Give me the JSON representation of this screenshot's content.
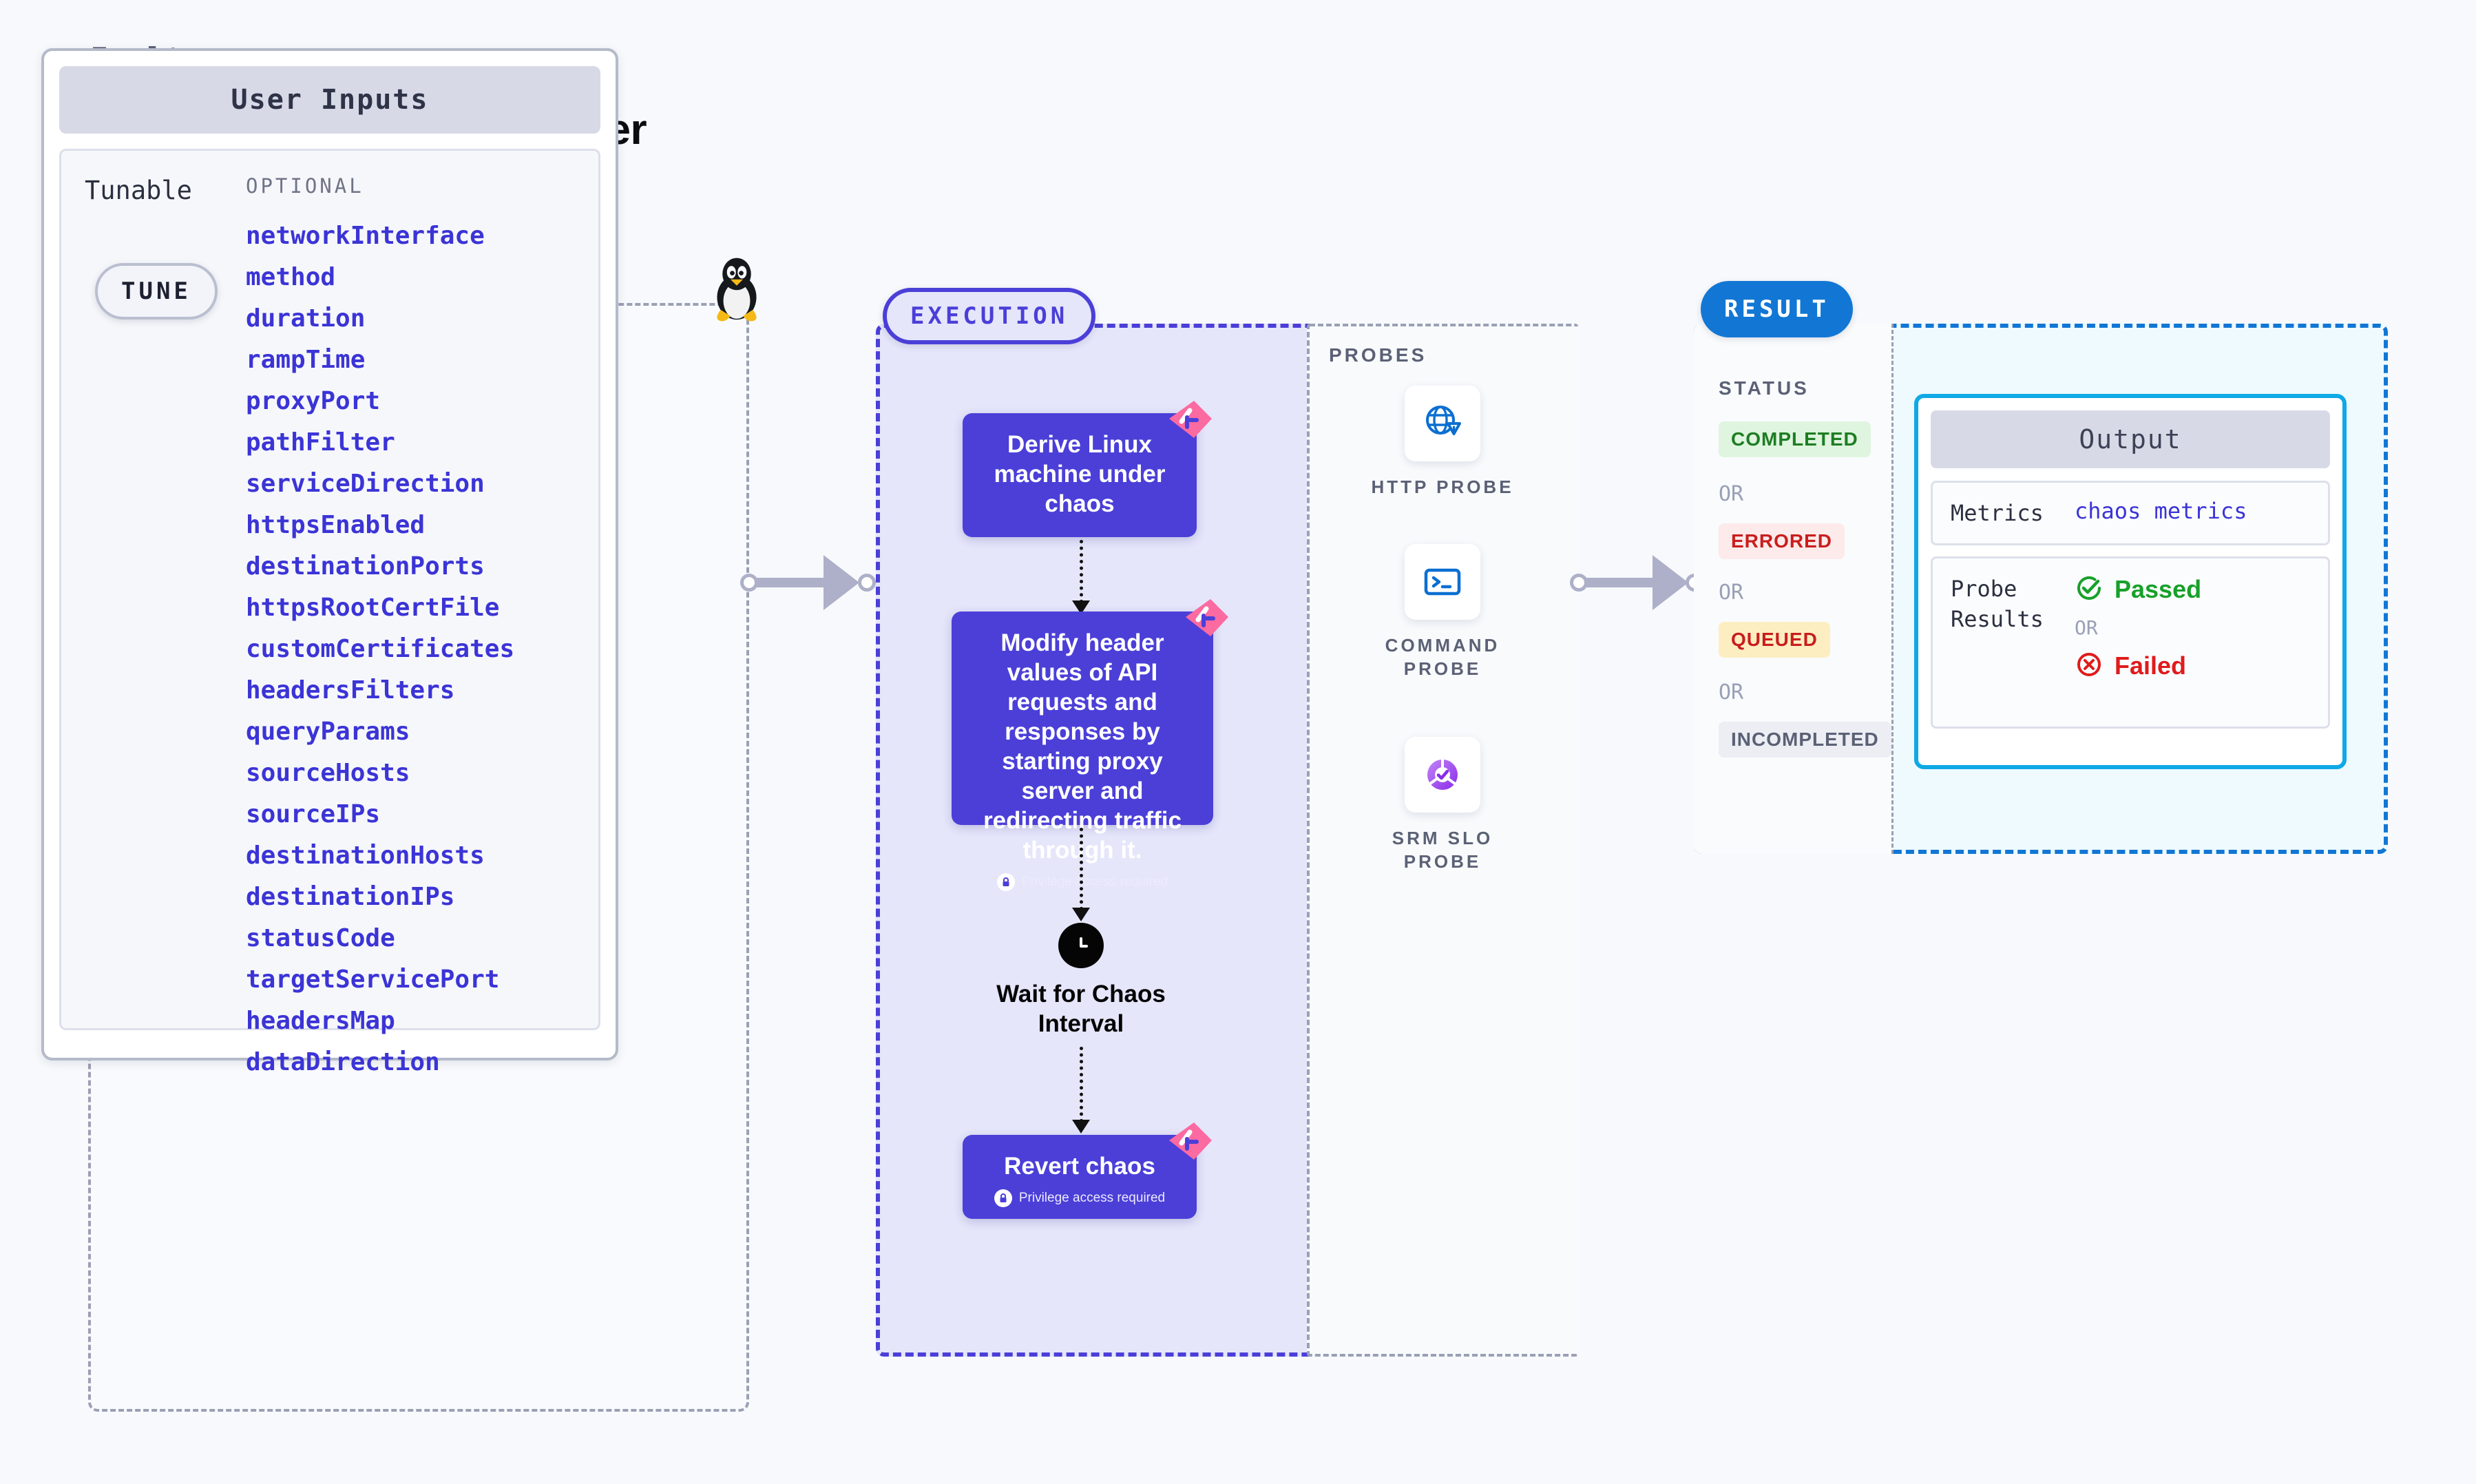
{
  "header": {
    "eyebrow": "Fault",
    "title": "Linux API modify header",
    "os_icon": "tux-penguin-icon"
  },
  "tune": {
    "pill_label": "TUNE",
    "card_title": "User Inputs",
    "group_label": "Tunable",
    "optional_label": "OPTIONAL",
    "params": [
      "networkInterface",
      "method",
      "duration",
      "rampTime",
      "proxyPort",
      "pathFilter",
      "serviceDirection",
      "httpsEnabled",
      "destinationPorts",
      "httpsRootCertFile",
      "customCertificates",
      "headersFilters",
      "queryParams",
      "sourceHosts",
      "sourceIPs",
      "destinationHosts",
      "destinationIPs",
      "statusCode",
      "targetServicePort",
      "headersMap",
      "dataDirection"
    ]
  },
  "execution": {
    "pill_label": "EXECUTION",
    "nodes": [
      {
        "text": "Derive Linux machine under chaos",
        "privilege": "",
        "flag": true
      },
      {
        "text": "Modify header values of API requests and responses by starting proxy server and redirecting traffic through it.",
        "privilege": "Privilege access required",
        "flag": true
      },
      {
        "text": "Revert chaos",
        "privilege": "Privilege access required",
        "flag": true
      }
    ],
    "wait_label": "Wait for Chaos Interval"
  },
  "probes": {
    "section_label": "PROBES",
    "items": [
      {
        "label": "HTTP PROBE",
        "icon": "globe-warning-icon"
      },
      {
        "label": "COMMAND PROBE",
        "icon": "terminal-icon"
      },
      {
        "label": "SRM SLO PROBE",
        "icon": "slo-donut-icon"
      }
    ]
  },
  "result": {
    "pill_label": "RESULT",
    "status_label": "STATUS",
    "or_label": "OR",
    "statuses": [
      {
        "label": "COMPLETED",
        "bg": "#dff5df",
        "fg": "#1e7d23"
      },
      {
        "label": "ERRORED",
        "bg": "#fdeaea",
        "fg": "#c81e1e"
      },
      {
        "label": "QUEUED",
        "bg": "#fdeec2",
        "fg": "#c81e1e"
      },
      {
        "label": "INCOMPLETED",
        "bg": "#eceef4",
        "fg": "#5b6175"
      }
    ],
    "output": {
      "title": "Output",
      "metrics_key": "Metrics",
      "metrics_value": "chaos metrics",
      "probe_key": "Probe Results",
      "passed_label": "Passed",
      "failed_label": "Failed",
      "or_label": "OR"
    }
  },
  "colors": {
    "execution_accent": "#4b3fd8",
    "result_accent": "#1277d4",
    "output_border": "#0fa9e6",
    "param_text": "#3b34d6",
    "flag_pink": "#fb6aa0",
    "passed_green": "#18a02a",
    "failed_red": "#e01b1b"
  }
}
